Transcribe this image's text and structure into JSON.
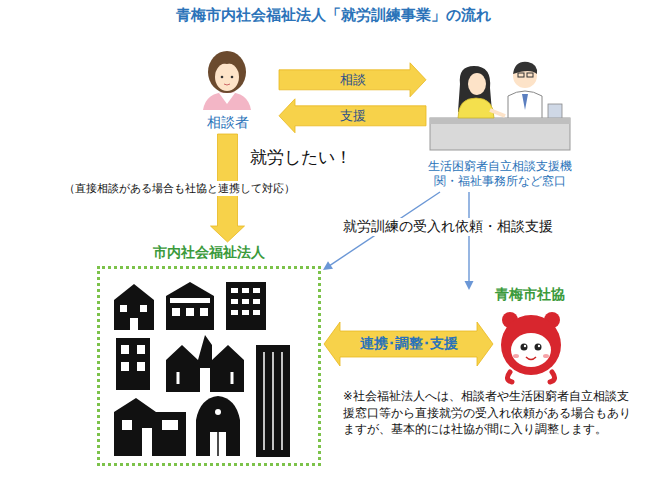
{
  "diagram": {
    "title": "青梅市内社会福祉法人「就労訓練事業」の流れ",
    "nodes": [
      {
        "text": [
          "相談者"
        ]
      },
      {
        "text": [
          "生活困窮者自立相談支援機関・福祉事務所など窓口"
        ]
      },
      {
        "text": [
          "市内社会福祉法人"
        ]
      },
      {
        "text": [
          "青梅市社協"
        ]
      }
    ],
    "edges": [
      {
        "from": 0,
        "to": 1,
        "label": "相談",
        "arrow": "to"
      },
      {
        "from": 1,
        "to": 0,
        "label": "支援",
        "arrow": "to"
      },
      {
        "from": 0,
        "to": 2,
        "label": "就労したい！",
        "arrow": "to"
      },
      {
        "from": 1,
        "to": 2,
        "label": "就労訓練の受入れ依頼・相談支援",
        "arrow": "to"
      },
      {
        "from": 1,
        "to": 3,
        "arrow": "to"
      },
      {
        "from": 2,
        "to": 3,
        "label": "連携･調整･支援",
        "arrow": "both"
      }
    ],
    "labels": [
      "（直接相談がある場合も社協と連携して対応）",
      "※社会福祉法人へは、相談者や生活困窮者自立相談支援窓口等から直接就労の受入れ依頼がある場合もありますが、基本的には社協が間に入り調整します。"
    ]
  }
}
